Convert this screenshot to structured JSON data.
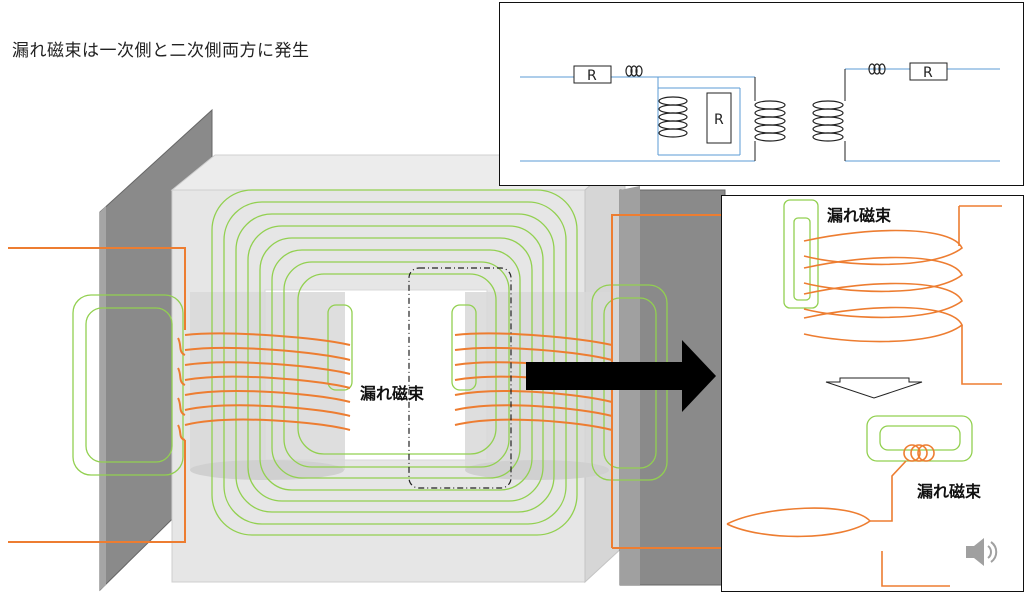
{
  "title": "漏れ磁束は一次側と二次側両方に発生",
  "labels": {
    "center_leakage": "漏れ磁束",
    "zoom_leakage_top": "漏れ磁束",
    "zoom_leakage_bottom": "漏れ磁束"
  },
  "circuit": {
    "resistor_primary": "R",
    "resistor_magnetizing": "R",
    "resistor_secondary": "R"
  },
  "colors": {
    "winding": "#ed7d31",
    "flux": "#92d050",
    "core_light": "#e7e7e7",
    "core_side": "#7f7f7f",
    "wire": "#5b9bd5"
  },
  "icons": {
    "arrow": "right-arrow-icon",
    "down_arrow": "down-arrow-icon",
    "speaker": "speaker-icon"
  }
}
